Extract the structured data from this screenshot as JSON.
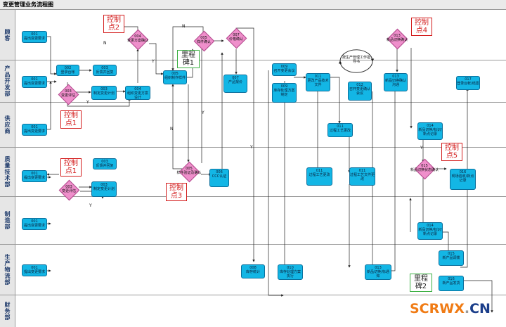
{
  "title": "变更管理业务流程图",
  "lanes": [
    "顾客",
    "产品开发部",
    "供应商",
    "质量技术部",
    "制造部",
    "生产物流部",
    "财务部"
  ],
  "nodes": {
    "n001_kh": "001\n提出变更要求",
    "n001_cp": "001\n提出变更要求",
    "n001_gys": "001\n提出变更要求",
    "n001_zl": "001\n提出变更要求",
    "n001_zz": "001\n提出变更要求",
    "n001_sc": "001\n提出变更要求",
    "n002": "002\n登录台帐",
    "n003_cp_fb": "003\n反馈并回复",
    "n003_cp_zd": "003\n制定变更计划",
    "n004_cp": "004\n组织变更方案设计",
    "n005_cp": "005\n组织制作样件",
    "n007_cp": "007\n产品报价",
    "n009_cp": "009\n召开变更会议",
    "n009_cp2": "009\n库存处理方案制定",
    "n011_cp": "011\n更改产品技术文件",
    "n012_cp": "012\n召开变更确认会议",
    "n013_cp": "013\n新品切换确认沟通",
    "n017_cp": "017\n登录台帐/结案",
    "n011_gys": "011\n过程工艺更改",
    "n014_gys": "014\n新品切换/标识/新点记录",
    "n003_zl_fb": "003\n反馈并回复",
    "n003_zl_zd": "003\n制定变更计划",
    "n006_zl": "006\nCCC认证",
    "n011_zl": "011\n过程工艺更改",
    "n011_zl2": "011\n过程工艺文件更改",
    "n016_zl": "016\n现场验收/新点记录",
    "n014_zz": "014\n新品切换/标识/新点记录",
    "n008_sc": "008\n库存统计",
    "n010_sc": "010\n库存处理方案执行",
    "n013_sc": "013\n新品切换/标通知",
    "n015_sc": "015\n新产品调拨",
    "n016_sc": "016\n新产品发货"
  },
  "diamonds": {
    "d003_cp": "003\n变更评估",
    "d003_zl": "003\n变更评估",
    "d004_kh": "004\n变更方案确认",
    "d005_kh": "005\n样件确认",
    "d007_kh": "007\n价格确认",
    "d013_kh": "013\n新品切换确认",
    "d005_zl": "005\n样件验证及确认",
    "d015_zl": "015\n新品切换状态确认"
  },
  "controls": [
    "控制\n点2",
    "控制\n点1",
    "控制\n点1",
    "控制\n点3",
    "控制\n点4",
    "控制\n点5"
  ],
  "milestones": [
    "里程\n碑1",
    "里程\n碑2"
  ],
  "cycle_note": "按生产管理工作指导书",
  "edge_labels": {
    "n": "N",
    "y": "Y"
  },
  "watermark": {
    "part1": "SCRWX",
    "part2": ".",
    "part3": "CN"
  }
}
